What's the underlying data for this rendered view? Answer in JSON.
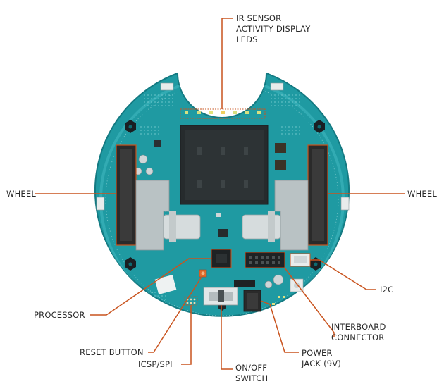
{
  "labels": {
    "ir_line1": "IR SENSOR",
    "ir_line2": "ACTIVITY DISPLAY",
    "ir_line3": "LEDS",
    "wheel_left": "WHEEL",
    "wheel_right": "WHEEL",
    "i2c": "I2C",
    "processor": "PROCESSOR",
    "interboard_line1": "INTERBOARD",
    "interboard_line2": "CONNECTOR",
    "reset_button": "RESET BUTTON",
    "power_line1": "POWER",
    "power_line2": "JACK (9V)",
    "icsp_spi": "ICSP/SPI",
    "onoff_line1": "ON/OFF",
    "onoff_line2": "SWITCH"
  },
  "colors": {
    "board": "#1f9aa2",
    "board_edge": "#158088",
    "leader": "#c9541f",
    "label_text": "#2a2a2a"
  }
}
